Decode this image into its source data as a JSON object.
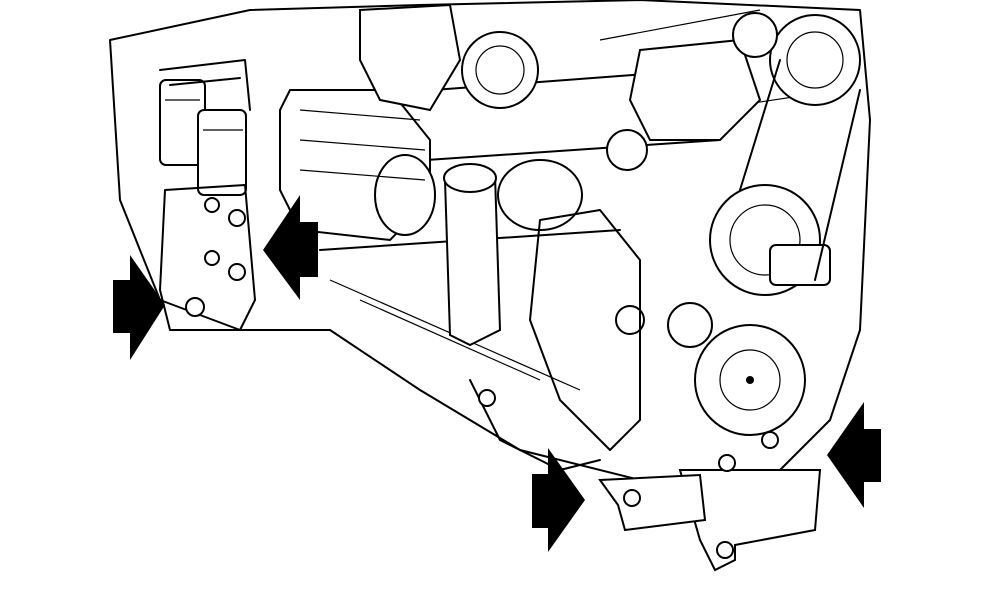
{
  "colors": {
    "line": "#000000",
    "background": "#ffffff",
    "arrow": "#000000"
  },
  "icons": [
    "arrow-right-icon",
    "arrow-left-icon"
  ],
  "mount_arrows": [
    {
      "name": "front-left-mount-arrow",
      "direction": "right"
    },
    {
      "name": "front-right-mount-arrow",
      "direction": "left"
    },
    {
      "name": "rear-left-mount-arrow",
      "direction": "right"
    },
    {
      "name": "rear-right-mount-arrow",
      "direction": "left"
    }
  ]
}
